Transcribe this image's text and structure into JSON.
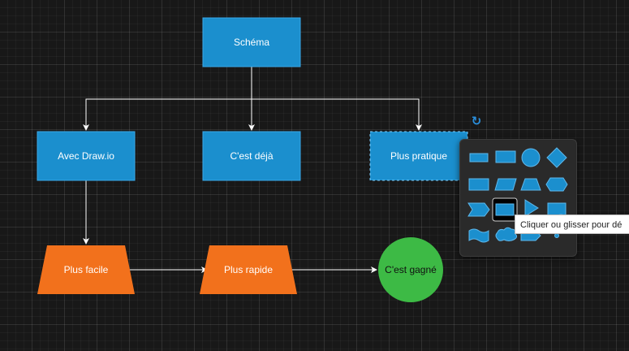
{
  "diagram": {
    "nodes": [
      {
        "id": "schema",
        "label": "Schéma"
      },
      {
        "id": "avec-drawio",
        "label": "Avec Draw.io"
      },
      {
        "id": "cest-deja",
        "label": "C'est déjà"
      },
      {
        "id": "plus-pratique",
        "label": "Plus pratique"
      },
      {
        "id": "plus-facile",
        "label": "Plus facile"
      },
      {
        "id": "plus-rapide",
        "label": "Plus rapide"
      },
      {
        "id": "cest-gagne",
        "label": "C'est gagné"
      }
    ],
    "edges": [
      {
        "from": "schema",
        "to": "avec-drawio"
      },
      {
        "from": "schema",
        "to": "cest-deja"
      },
      {
        "from": "schema",
        "to": "plus-pratique"
      },
      {
        "from": "avec-drawio",
        "to": "plus-facile"
      },
      {
        "from": "plus-facile",
        "to": "plus-rapide"
      },
      {
        "from": "plus-rapide",
        "to": "cest-gagne"
      }
    ],
    "selected": "plus-pratique"
  },
  "colors": {
    "blue_fill": "#1b8fce",
    "blue_stroke": "#3aa8e8",
    "orange_fill": "#f2711c",
    "green_fill": "#3dba45",
    "edge": "#ffffff",
    "accent": "#2a8fdc"
  },
  "shape_picker": {
    "shapes": [
      "rectangle-thin",
      "rectangle",
      "circle",
      "diamond",
      "rectangle-wide",
      "parallelogram",
      "trapezoid",
      "hexagon",
      "step",
      "rectangle-selected",
      "triangle",
      "document",
      "tape",
      "cloud",
      "callout",
      "point"
    ],
    "selected_shape": "rectangle-selected",
    "tooltip": "Cliquer ou glisser pour dé"
  }
}
